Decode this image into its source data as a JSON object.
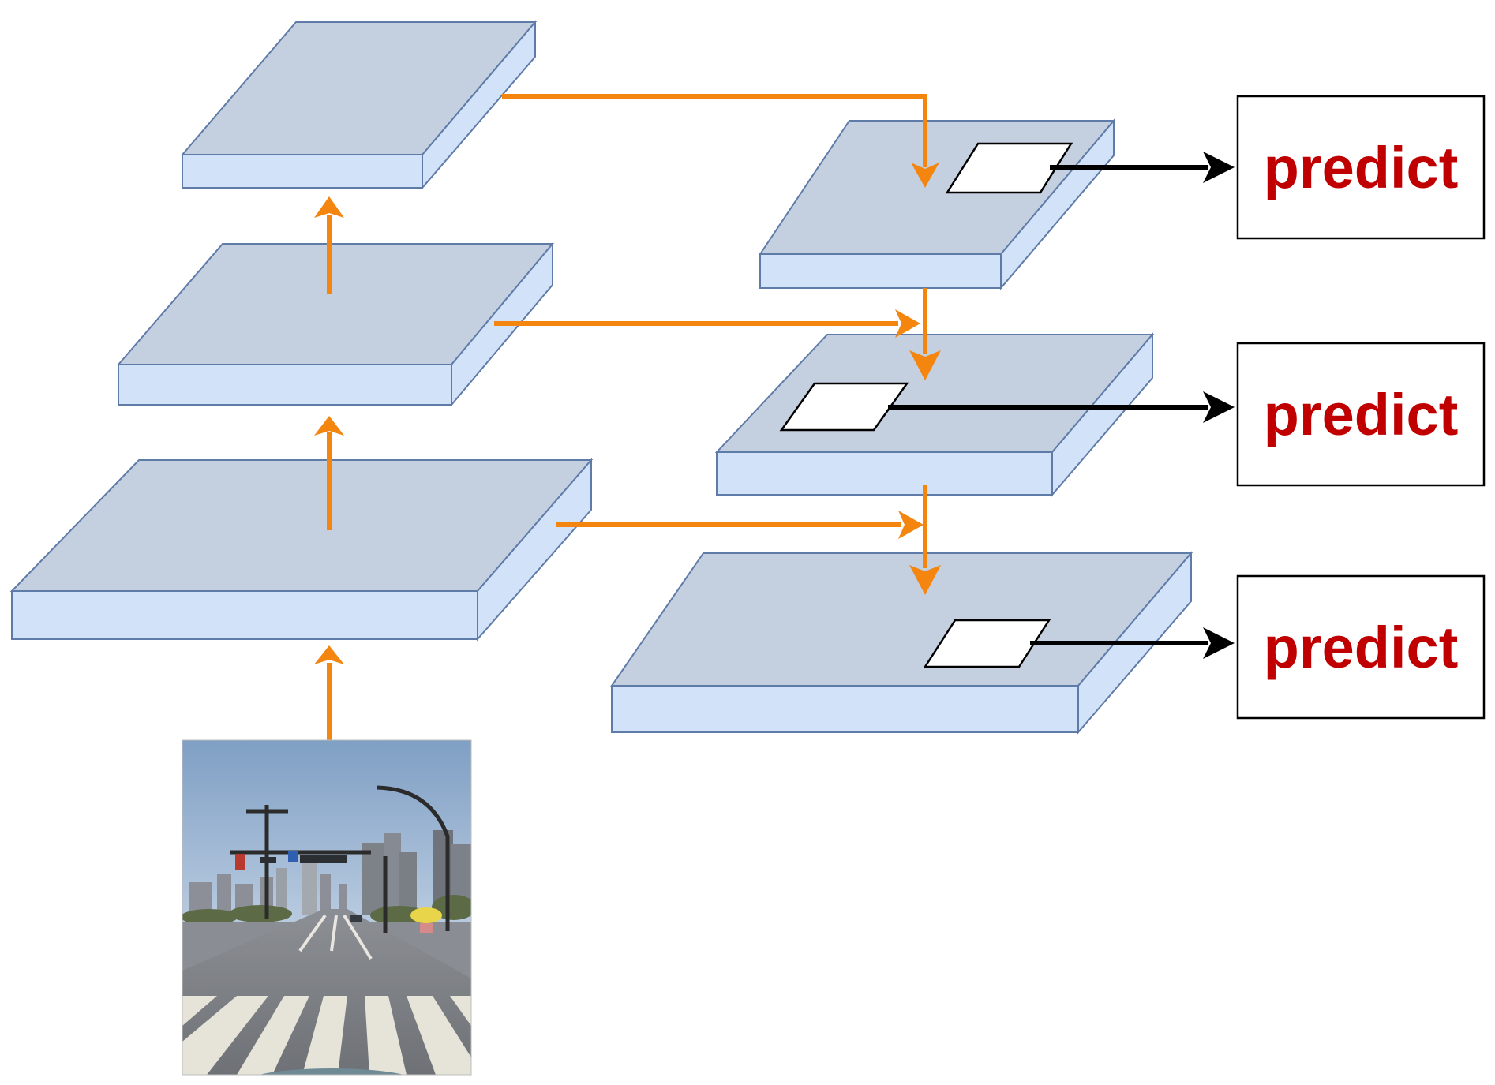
{
  "colors": {
    "layer_top": "#c4cfe0",
    "layer_side": "#d2e2f8",
    "layer_stroke": "#5f7ba8",
    "flow_arrow": "#f4850f",
    "predict_arrow": "#000000",
    "predict_text": "#c00000",
    "box_stroke": "#000000",
    "window_fill": "#ffffff"
  },
  "backbone": {
    "layers": [
      "layer-1",
      "layer-2",
      "layer-3"
    ]
  },
  "fpn": {
    "layers": [
      "fpn-layer-1",
      "fpn-layer-2",
      "fpn-layer-3"
    ]
  },
  "predict_boxes": [
    {
      "label": "predict"
    },
    {
      "label": "predict"
    },
    {
      "label": "predict"
    }
  ],
  "input_image": {
    "icon": "street-scene-photo"
  }
}
